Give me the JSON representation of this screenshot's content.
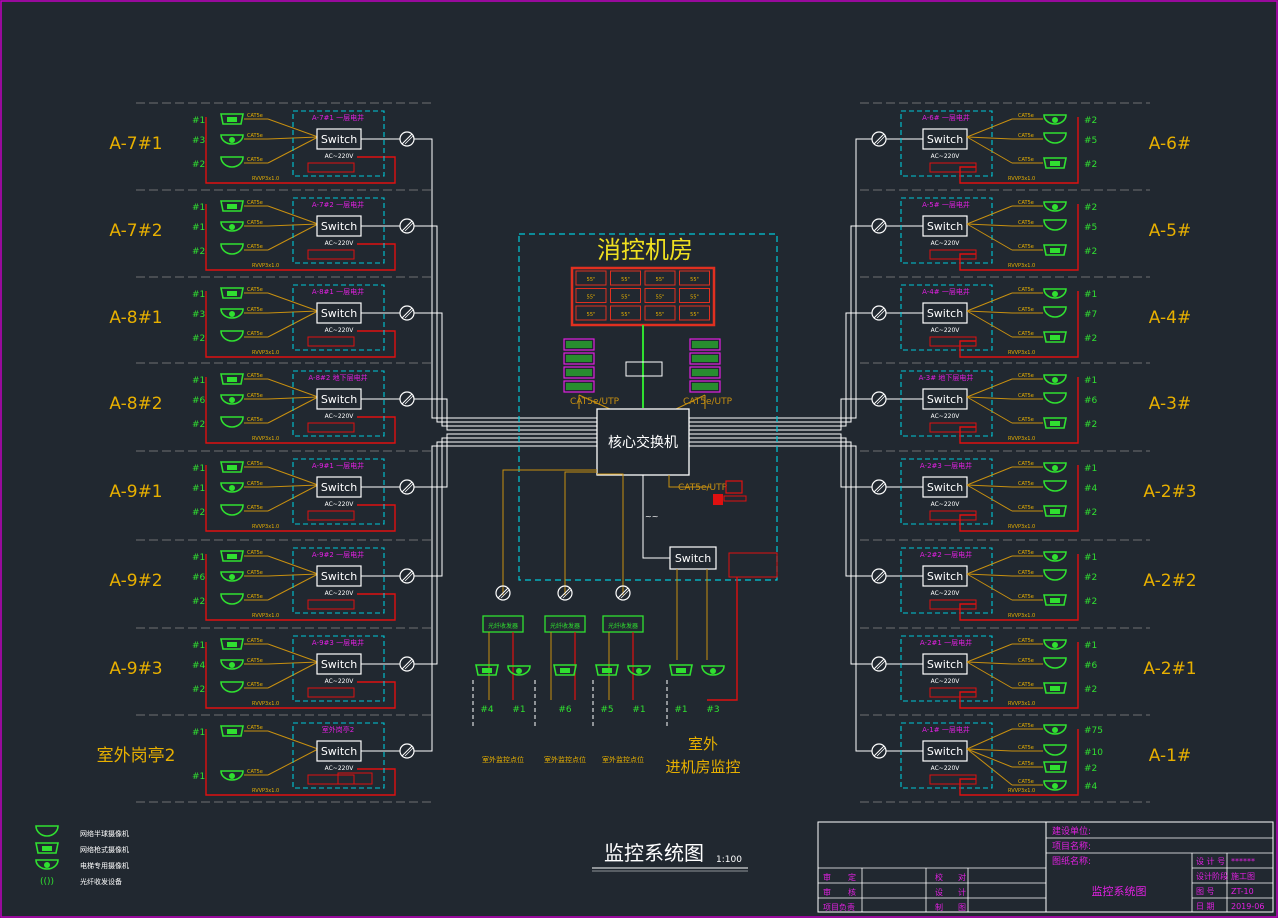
{
  "colors": {
    "background": "#212830",
    "frame": "#c000c0",
    "dashed_box": "#00c8d8",
    "switch_box": "#ffffff",
    "red_line": "#e01010",
    "orange_line": "#c89010",
    "white_line": "#ffffff",
    "green_camera": "#30e030",
    "yellow_label": "#e8b000",
    "magenta_text": "#e020e0",
    "room_title": "#f0e020",
    "grid_border": "#e03020",
    "gray_dash": "#888888"
  },
  "drawing": {
    "switch_label": "Switch",
    "core_label": "核心交换机",
    "room_title": "消控机房",
    "cable_label_left": "CAT5e/UTP",
    "cable_label_right": "CAT5e/UTP",
    "cable_label_pc": "CAT5e/UTP",
    "power_label": "AC~220V",
    "outdoor_label_line1": "室外",
    "outdoor_label_line2": "进机房监控",
    "title": "监控系统图",
    "scale": "1:100"
  },
  "left_groups": [
    {
      "label": "A-7#1",
      "floor": "A-7#1 一层电井",
      "cams": [
        "#1",
        "#3",
        "#2"
      ]
    },
    {
      "label": "A-7#2",
      "floor": "A-7#2 一层电井",
      "cams": [
        "#1",
        "#1",
        "#2"
      ]
    },
    {
      "label": "A-8#1",
      "floor": "A-8#1 一层电井",
      "cams": [
        "#1",
        "#3",
        "#2"
      ]
    },
    {
      "label": "A-8#2",
      "floor": "A-8#2 地下层电井",
      "cams": [
        "#1",
        "#6",
        "#2"
      ]
    },
    {
      "label": "A-9#1",
      "floor": "A-9#1 一层电井",
      "cams": [
        "#1",
        "#1",
        "#2"
      ]
    },
    {
      "label": "A-9#2",
      "floor": "A-9#2 一层电井",
      "cams": [
        "#1",
        "#6",
        "#2"
      ]
    },
    {
      "label": "A-9#3",
      "floor": "A-9#3 一层电井",
      "cams": [
        "#1",
        "#4",
        "#2"
      ]
    },
    {
      "label": "室外岗亭2",
      "floor": "室外岗亭2",
      "cams": [
        "#1",
        "#1"
      ]
    }
  ],
  "right_groups": [
    {
      "label": "A-6#",
      "floor": "A-6# 一层电井",
      "cams": [
        "#2",
        "#5",
        "#2"
      ]
    },
    {
      "label": "A-5#",
      "floor": "A-5# 一层电井",
      "cams": [
        "#2",
        "#5",
        "#2"
      ]
    },
    {
      "label": "A-4#",
      "floor": "A-4# 一层电井",
      "cams": [
        "#1",
        "#7",
        "#2"
      ]
    },
    {
      "label": "A-3#",
      "floor": "A-3# 地下层电井",
      "cams": [
        "#1",
        "#6",
        "#2"
      ]
    },
    {
      "label": "A-2#3",
      "floor": "A-2#3 一层电井",
      "cams": [
        "#1",
        "#4",
        "#2"
      ]
    },
    {
      "label": "A-2#2",
      "floor": "A-2#2 一层电井",
      "cams": [
        "#1",
        "#2",
        "#2"
      ]
    },
    {
      "label": "A-2#1",
      "floor": "A-2#1 一层电井",
      "cams": [
        "#1",
        "#6",
        "#2"
      ]
    },
    {
      "label": "A-1#",
      "floor": "A-1# 一层电井",
      "cams": [
        "#75",
        "#10",
        "#2",
        "#4"
      ]
    }
  ],
  "bottom_groups": [
    {
      "cams": [
        "#4",
        "#1"
      ]
    },
    {
      "cams": [
        "#6"
      ]
    },
    {
      "cams": [
        "#5",
        "#1"
      ]
    },
    {
      "cams": [
        "#1",
        "#3"
      ]
    }
  ],
  "title_block": {
    "unit": "建设单位:",
    "project": "项目名称:",
    "drawing_name": "图纸名称:",
    "drawing_title": "监控系统图",
    "rows_left": [
      {
        "a": "审",
        "b": "定",
        "c": "校",
        "d": "对"
      },
      {
        "a": "审",
        "b": "核",
        "c": "设",
        "d": "计"
      },
      {
        "a": "项目负责",
        "b": "",
        "c": "制",
        "d": "图"
      }
    ],
    "rows_right": [
      {
        "k": "设 计 号",
        "v": "******"
      },
      {
        "k": "设计阶段",
        "v": "施工图"
      },
      {
        "k": "图    号",
        "v": "ZT-10"
      },
      {
        "k": "日    期",
        "v": "2019-06"
      }
    ]
  }
}
